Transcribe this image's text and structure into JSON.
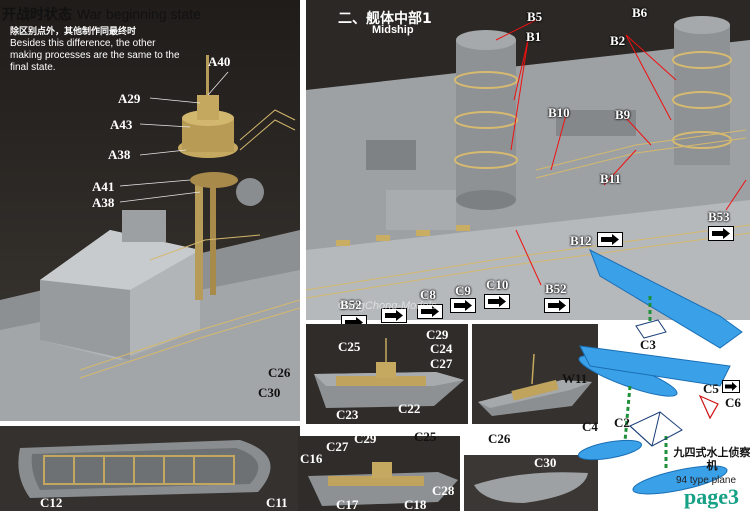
{
  "war_section": {
    "title_cn": "开战时状态",
    "title_en": "War beginning state",
    "note_cn": "除区别点外，其他制作同最终时",
    "note_en": "Besides this difference, the other making processes are the same to the final state.",
    "labels": [
      "A40",
      "A29",
      "A43",
      "A38",
      "A41",
      "A38"
    ]
  },
  "midship_section": {
    "title_cn": "二、舰体中部1",
    "title_en": "Midship",
    "labels": [
      "B5",
      "B6",
      "B1",
      "B2",
      "B10",
      "B9",
      "B11",
      "B53",
      "B12",
      "B52",
      "C8",
      "C9",
      "C10",
      "B52"
    ]
  },
  "watermark": "GangChong-Models",
  "boat_upper": {
    "labels": [
      "C25",
      "C29",
      "C24",
      "C27",
      "C26",
      "C30",
      "C23",
      "C22"
    ]
  },
  "boat_lower": {
    "labels": [
      "C27",
      "C29",
      "C25",
      "C26",
      "C16",
      "C17",
      "C18",
      "C28"
    ]
  },
  "lifeboat": {
    "labels": [
      "C12",
      "C11"
    ]
  },
  "small_hull": {
    "labels": [
      "C30"
    ]
  },
  "plane": {
    "labels": [
      "C3",
      "W11",
      "C4",
      "C2",
      "C5",
      "C6"
    ],
    "name_cn": "九四式水上侦察机",
    "name_en": "94 type plane"
  },
  "page_label": "page3"
}
